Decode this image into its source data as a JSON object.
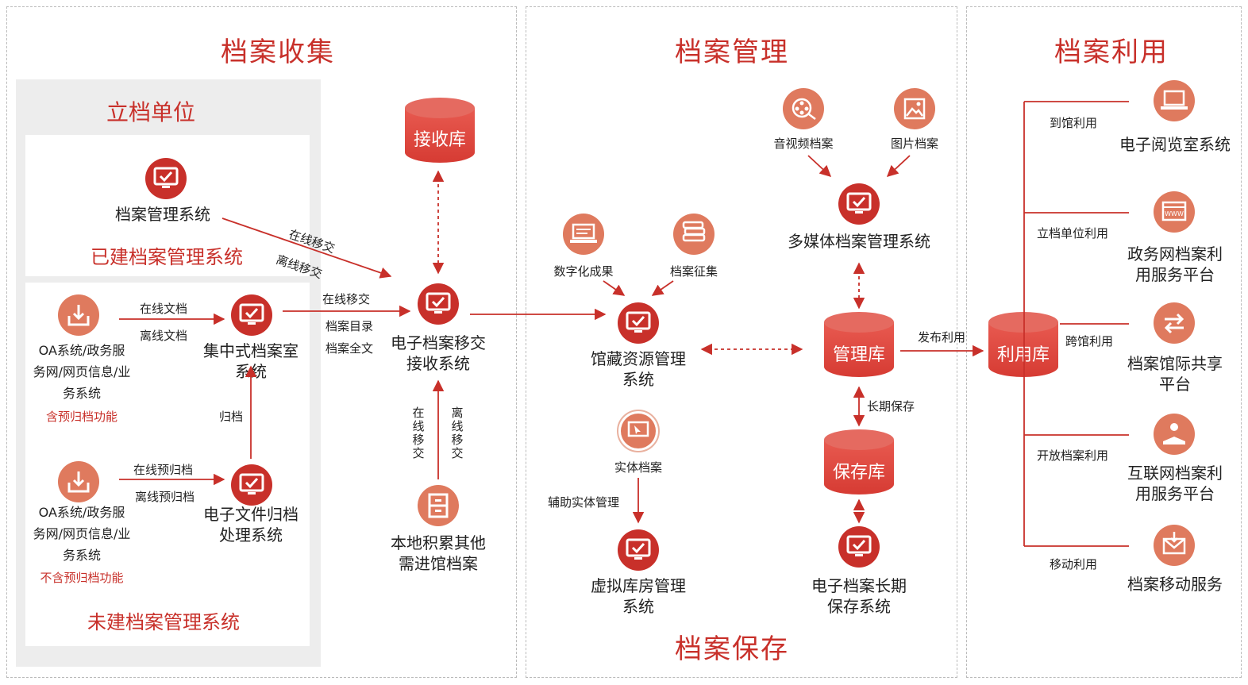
{
  "sections": {
    "collect_title": "档案收集",
    "manage_title": "档案管理",
    "use_title": "档案利用",
    "preserve_title": "档案保存"
  },
  "collect": {
    "unit_title": "立档单位",
    "built_group_title": "已建档案管理系统",
    "unbuilt_group_title": "未建档案管理系统",
    "archive_system": "档案管理系统",
    "oa1": [
      "OA系统/政务服",
      "务网/网页信息/业",
      "务系统"
    ],
    "oa1_note": "含预归档功能",
    "oa2": [
      "OA系统/政务服",
      "务网/网页信息/业",
      "务系统"
    ],
    "oa2_note": "不含预归档功能",
    "central_room": [
      "集中式档案室",
      "系统"
    ],
    "efile_archive": [
      "电子文件归档",
      "处理系统"
    ],
    "online_doc": "在线文档",
    "offline_doc": "离线文档",
    "online_pre": "在线预归档",
    "offline_pre": "离线预归档",
    "archive_label": "归档",
    "online_transfer": "在线移交",
    "offline_transfer": "离线移交"
  },
  "transfer": {
    "receive_db": "接收库",
    "system": [
      "电子档案移交",
      "接收系统"
    ],
    "online": "在线移交",
    "catalog": "档案目录",
    "fulltext": "档案全文",
    "v_online": "在线移交",
    "v_offline": "离线移交",
    "local": [
      "本地积累其他",
      "需进馆档案"
    ]
  },
  "manage": {
    "digital": "数字化成果",
    "collection": "档案征集",
    "holding_system": [
      "馆藏资源管理",
      "系统"
    ],
    "physical": "实体档案",
    "aux_physical": "辅助实体管理",
    "virtual_system": [
      "虚拟库房管理",
      "系统"
    ],
    "av": "音视频档案",
    "image": "图片档案",
    "multimedia": "多媒体档案管理系统",
    "manage_db": "管理库",
    "long_term": "长期保存",
    "preserve_db": "保存库",
    "long_system": [
      "电子档案长期",
      "保存系统"
    ],
    "publish": "发布利用"
  },
  "use": {
    "use_db": "利用库",
    "branches": [
      {
        "label": "到馆利用",
        "target": [
          "电子阅览室系统"
        ]
      },
      {
        "label": "立档单位利用",
        "target": [
          "政务网档案利",
          "用服务平台"
        ]
      },
      {
        "label": "跨馆利用",
        "target": [
          "档案馆际共享",
          "平台"
        ]
      },
      {
        "label": "开放档案利用",
        "target": [
          "互联网档案利",
          "用服务平台"
        ]
      },
      {
        "label": "移动利用",
        "target": [
          "档案移动服务"
        ]
      }
    ]
  },
  "colors": {
    "accent": "#c8302a",
    "accent_light": "#e0574a",
    "icon_soft": "#df7a5e",
    "panel": "#ededed"
  },
  "icons": [
    "monitor-check-icon",
    "inbox-download-icon",
    "database-icon",
    "laptop-icon",
    "books-icon",
    "film-reel-icon",
    "picture-icon",
    "cursor-screen-icon",
    "cabinet-icon",
    "www-icon",
    "exchange-icon",
    "reader-icon",
    "mail-icon"
  ]
}
